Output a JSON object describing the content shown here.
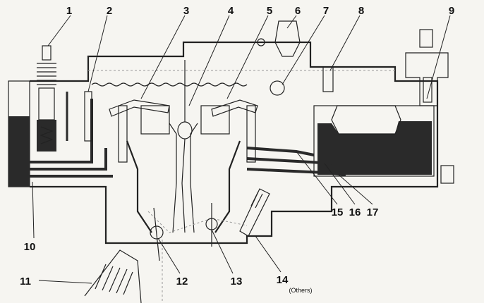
{
  "diagram": {
    "callouts": [
      {
        "id": "c1",
        "text": "1"
      },
      {
        "id": "c2",
        "text": "2"
      },
      {
        "id": "c3",
        "text": "3"
      },
      {
        "id": "c4",
        "text": "4"
      },
      {
        "id": "c5",
        "text": "5"
      },
      {
        "id": "c6",
        "text": "6"
      },
      {
        "id": "c7",
        "text": "7"
      },
      {
        "id": "c8",
        "text": "8"
      },
      {
        "id": "c9",
        "text": "9"
      },
      {
        "id": "c10",
        "text": "10"
      },
      {
        "id": "c11",
        "text": "11"
      },
      {
        "id": "c12",
        "text": "12"
      },
      {
        "id": "c13",
        "text": "13"
      },
      {
        "id": "c14",
        "text": "14"
      },
      {
        "id": "c15",
        "text": "15"
      },
      {
        "id": "c16",
        "text": "16"
      },
      {
        "id": "c17",
        "text": "17"
      }
    ],
    "note": "(Others)",
    "colors": {
      "fuel": "#2a2a2a",
      "line": "#222222",
      "background": "#f6f5f1"
    }
  }
}
